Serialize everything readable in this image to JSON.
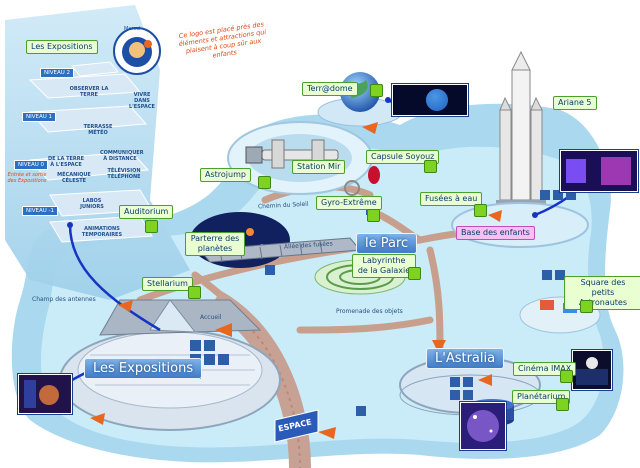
{
  "map": {
    "labels": {
      "expositions_top": "Les Expositions",
      "terrdome": "Terr@dome",
      "ariane": "Ariane 5",
      "astrojump": "Astrojump",
      "station_mir": "Station Mir",
      "capsule_soyouz": "Capsule Soyouz",
      "gyro_extreme": "Gyro-Extrême",
      "fusees_eau": "Fusées à eau",
      "base_enfants": "Base des enfants",
      "auditorium": "Auditorium",
      "parterre": "Parterre des planètes",
      "labyrinthe": "Labyrinthe de la Galaxie",
      "stellarium": "Stellarium",
      "square_astronautes": "Square des petits Astronautes",
      "cinema_imax": "Cinéma IMAX",
      "planetarium": "Planétarium"
    },
    "big_labels": {
      "le_parc": "le Parc",
      "les_expositions": "Les Expositions",
      "astralia": "L'Astralia"
    },
    "path_labels": {
      "chemin_soleil": "Chemin du Soleil",
      "allee_fusees": "Allée des fusées",
      "champ_antennes": "Champ des antennes",
      "accueil": "Accueil",
      "promenade_objets": "Promenade des objets"
    },
    "building_levels": {
      "niveau_2": "NIVEAU 2",
      "niveau_1": "NIVEAU 1",
      "niveau_0": "NIVEAU 0",
      "niveau_m1": "NIVEAU -1",
      "entree": "Entrée et sortie des Expositions"
    },
    "building_areas": {
      "observer": "OBSERVER LA TERRE",
      "vivre": "VIVRE DANS L'ESPACE",
      "terrasse": "TERRASSE MÉTÉO",
      "terre_espace": "DE LA TERRE À L'ESPACE",
      "communiquer": "COMMUNIQUER À DISTANCE",
      "mecanique": "MÉCANIQUE CÉLESTE",
      "television": "TÉLÉVISION TÉLÉPHONE",
      "labos": "LABOS JUNIORS",
      "animations": "ANIMATIONS TEMPORAIRES"
    },
    "note": "Ce logo est placé près des éléments et attractions qui plaisent à coup sûr aux enfants",
    "logo_text": "Marcel",
    "sign_text": "ESPACE"
  },
  "colors": {
    "water": "#5aa9d9",
    "ground": "#bfe4f3",
    "path": "#c79f8c",
    "label_bg": "#e9ffd2",
    "label_border": "#49a12b",
    "big_label": "#3f7bc7",
    "accent_arrow": "#e8661e",
    "route_line": "#1635c4"
  }
}
